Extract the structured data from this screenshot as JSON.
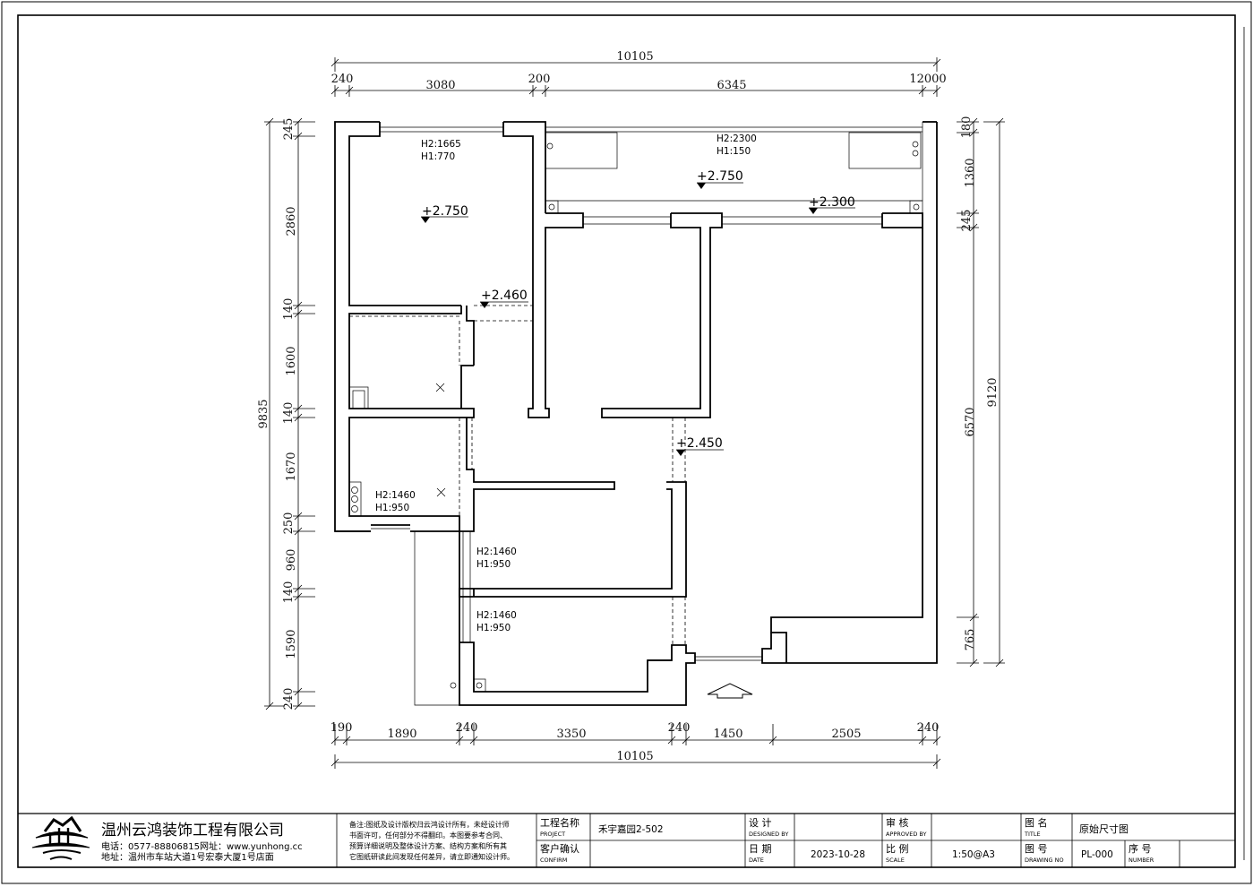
{
  "drawing": {
    "dims_top_total": "10105",
    "dims_top": [
      "240",
      "3080",
      "200",
      "6345",
      "12000"
    ],
    "dims_bottom": [
      "190",
      "1890",
      "240",
      "3350",
      "240",
      "1450",
      "2505",
      "240"
    ],
    "dims_bottom_total": "10105",
    "dims_left": [
      "245",
      "2860",
      "140",
      "1600",
      "140",
      "1670",
      "250",
      "960",
      "140",
      "1590",
      "240"
    ],
    "dims_left_total": "9835",
    "dims_right": [
      "180",
      "1360",
      "245",
      "6570",
      "765"
    ],
    "dims_right_total": "9120",
    "levels": [
      "+2.750",
      "+2.460",
      "+2.750",
      "+2.300",
      "+2.450"
    ],
    "window_notes": [
      {
        "h2": "H2:1665",
        "h1": "H1:770"
      },
      {
        "h2": "H2:2300",
        "h1": "H1:150"
      },
      {
        "h2": "H2:1460",
        "h1": "H1:950"
      },
      {
        "h2": "H2:1460",
        "h1": "H1:950"
      },
      {
        "h2": "H2:1460",
        "h1": "H1:950"
      }
    ]
  },
  "title_block": {
    "company": "温州云鸿装饰工程有限公司",
    "phone": "电话：0577-88806815网址：www.yunhong.cc",
    "address": "地址：温州市车站大道1号宏泰大厦1号店面",
    "note": [
      "备注:图纸及设计版权归云鸿设计所有，未经设计师",
      "书面许可，任何部分不得翻印。本图要参考合同、",
      "预算详细说明及整体设计方案、结构方案和所有其",
      "它图纸研读此间发现任何差异，请立即通知设计师。"
    ],
    "project_label": "工程名称",
    "project_label_en": "PROJECT",
    "project_value": "禾宇嘉园2-502",
    "confirm_label": "客户确认",
    "confirm_label_en": "CONFIRM",
    "design_label": "设 计",
    "design_label_en": "DESIGNED BY",
    "date_label": "日 期",
    "date_label_en": "DATE",
    "date_value": "2023-10-28",
    "approve_label": "审 核",
    "approve_label_en": "APPROVED BY",
    "scale_label": "比 例",
    "scale_label_en": "SCALE",
    "scale_value": "1:50@A3",
    "title_label": "图 名",
    "title_label_en": "TITLE",
    "title_value": "原始尺寸图",
    "drawing_no_label": "图 号",
    "drawing_no_label_en": "DRAWING NO",
    "drawing_no_value": "PL-000",
    "number_label": "序 号",
    "number_label_en": "NUMBER"
  }
}
